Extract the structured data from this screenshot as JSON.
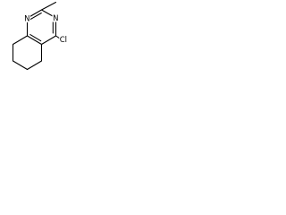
{
  "structure": {
    "atoms": {
      "n1": "N",
      "n3": "N",
      "chloro": "Cl"
    },
    "colors": {
      "bond": "#000000",
      "text": "#000000",
      "background": "#ffffff"
    }
  }
}
